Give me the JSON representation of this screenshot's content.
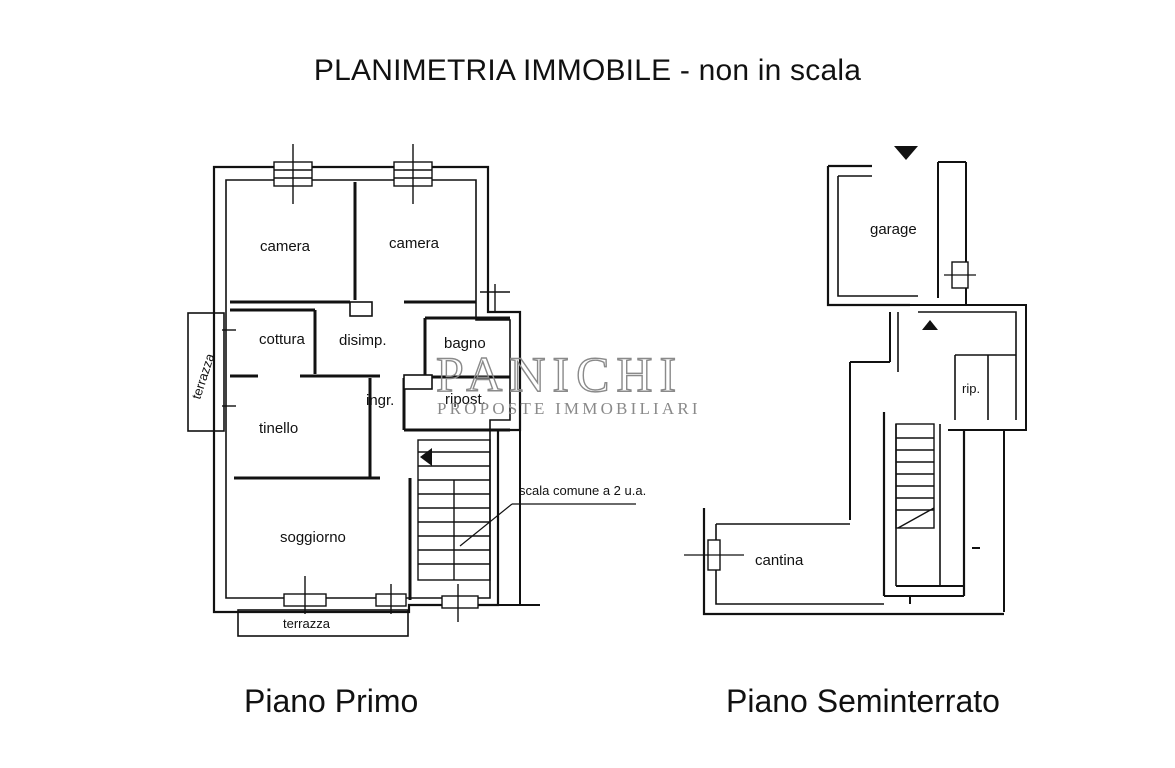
{
  "title": "PLANIMETRIA IMMOBILE - non in scala",
  "floors": {
    "primo": {
      "label": "Piano Primo",
      "rooms": {
        "camera_left": "camera",
        "camera_right": "camera",
        "cottura": "cottura",
        "disimp": "disimp.",
        "bagno": "bagno",
        "ingr": "ingr.",
        "ripost": "ripost.",
        "tinello": "tinello",
        "soggiorno": "soggiorno",
        "terrazza_side": "terrazza",
        "terrazza_bottom": "terrazza"
      },
      "stair_note": "scala comune a 2 u.a."
    },
    "seminterrato": {
      "label": "Piano Seminterrato",
      "rooms": {
        "garage": "garage",
        "rip": "rip.",
        "cantina": "cantina"
      }
    }
  },
  "watermark": {
    "brand": "PANICHI",
    "tagline": "PROPOSTE IMMOBILIARI"
  },
  "colors": {
    "wall": "#111111",
    "watermark": "#8a8a8a"
  }
}
